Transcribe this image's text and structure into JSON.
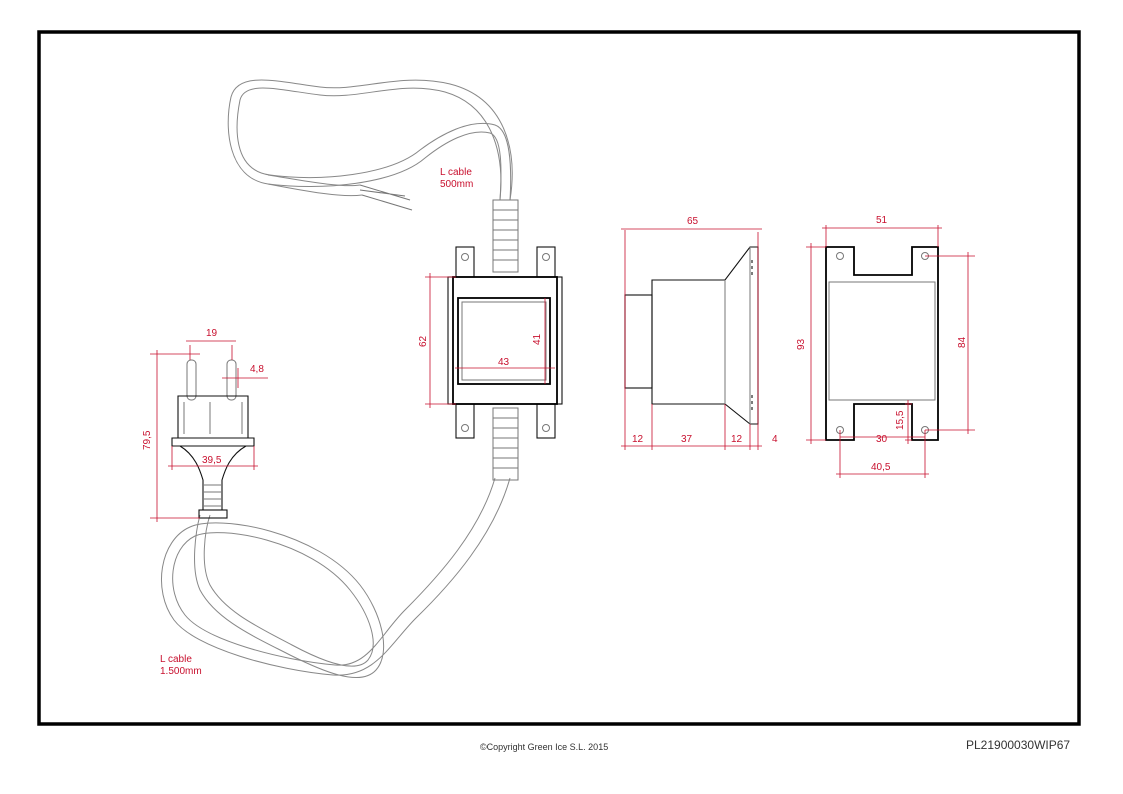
{
  "labels": {
    "cable_top_1": "L cable",
    "cable_top_2": "500mm",
    "cable_bottom_1": "L cable",
    "cable_bottom_2": "1.500mm"
  },
  "dimensions": {
    "plug_pin_spacing": "19",
    "plug_pin_diameter": "4,8",
    "plug_height": "79,5",
    "plug_width": "39,5",
    "front_height": "62",
    "front_inner_width": "43",
    "front_inner_height": "41",
    "side_total": "65",
    "side_a": "12",
    "side_b": "37",
    "side_c": "12",
    "side_d": "4",
    "back_width": "51",
    "back_height": "93",
    "back_hole_pitch": "84",
    "back_notch_height": "15,5",
    "back_notch_width": "30",
    "back_base_width": "40,5"
  },
  "footer": {
    "copyright": "©Copyright Green Ice S.L. 2015",
    "code": "PL21900030WIP67"
  },
  "colors": {
    "dimension": "#c8102e",
    "frame": "#000000",
    "cable": "#888888"
  }
}
